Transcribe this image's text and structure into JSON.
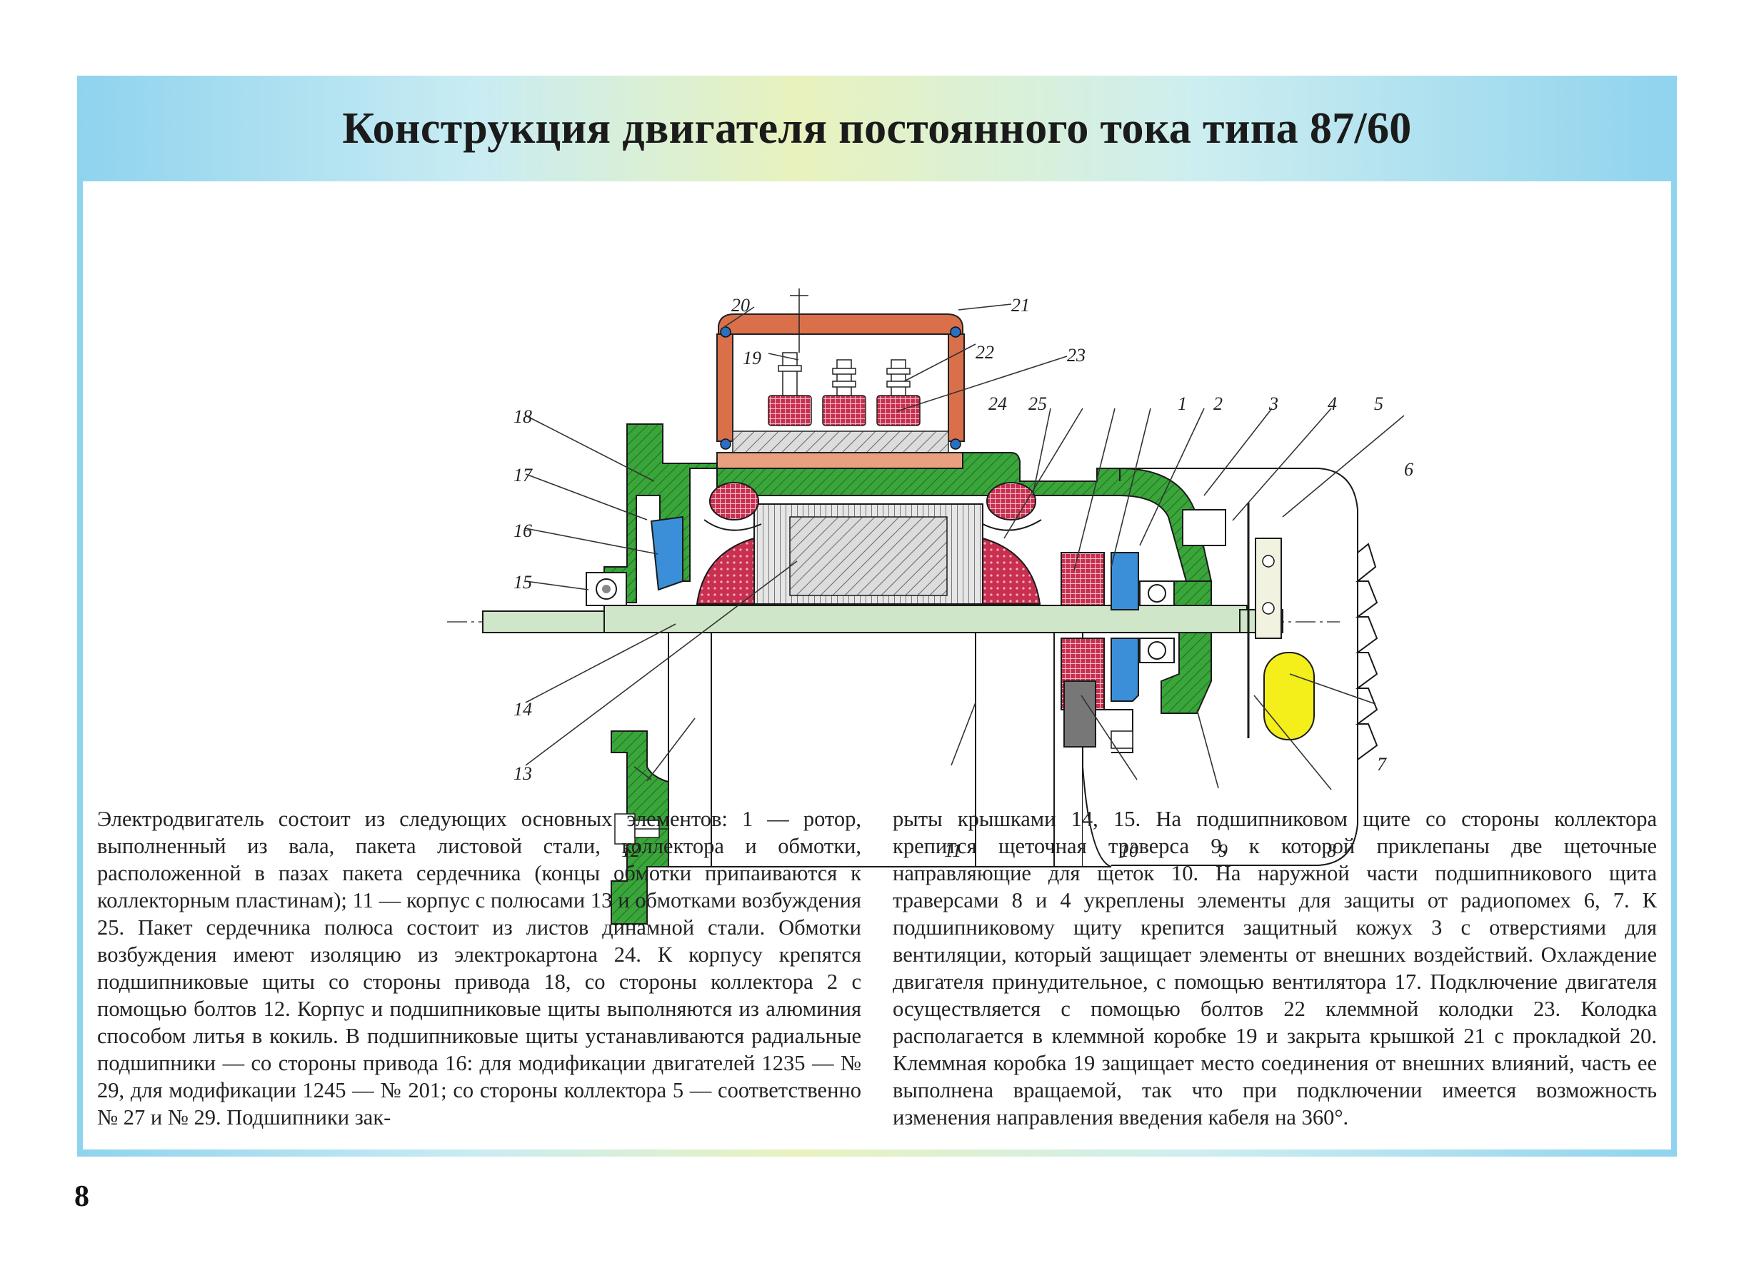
{
  "page": {
    "title": "Конструкция двигателя постоянного тока типа 87/60",
    "page_number": "8"
  },
  "colors": {
    "housing": "#3aa53a",
    "terminal_box": "#d9704a",
    "terminal_block": "#d63a78",
    "winding": "#c9304f",
    "shaft": "#cfe6c8",
    "bearing_insert": "#3b8fd8",
    "capacitor": "#f4ee1a",
    "brush": "#777777"
  },
  "diagram": {
    "callouts": [
      "1",
      "2",
      "3",
      "4",
      "5",
      "6",
      "7",
      "8",
      "9",
      "10",
      "11",
      "12",
      "13",
      "14",
      "15",
      "16",
      "17",
      "18",
      "19",
      "20",
      "21",
      "22",
      "23",
      "24",
      "25"
    ]
  },
  "description": {
    "left": "Электродвигатель состоит из следующих основных элементов: 1 — ротор, выполненный из вала, пакета листовой стали, коллектора и обмотки, расположенной в пазах пакета сердечника (концы обмотки припаиваются к коллекторным пластинам); 11 — корпус с полюсами 13 и обмотками возбуждения 25. Пакет сердечника полюса состоит из листов динамной стали. Обмотки возбуждения имеют изоляцию из электрокартона 24. К корпусу крепятся подшипниковые щиты со стороны привода 18, со стороны коллектора 2 с помощью болтов 12. Корпус и подшипниковые щиты выполняются из алюминия способом литья в кокиль. В подшипниковые щиты устанавливаются радиальные подшипники — со стороны привода 16: для модификации двигателей 1235 — № 29, для модификации 1245 — № 201; со стороны коллектора 5 — соответственно № 27 и № 29. Подшипники зак-",
    "right": "рыты крышками 14, 15. На подшипниковом щите со стороны коллектора крепится щеточная траверса 9, к которой приклепаны две щеточные направляющие для щеток 10. На наружной части подшипникового щита траверсами 8 и 4 укреплены элементы для защиты от радиопомех 6, 7. К подшипниковому щиту крепится защитный кожух 3 с отверстиями для вентиляции, который защищает элементы от внешних воздействий. Охлаждение двигателя принудительное, с помощью вентилятора 17. Подключение двигателя осуществляется с помощью болтов 22 клеммной колодки 23. Колодка располагается в клеммной коробке 19 и закрыта крышкой 21 с прокладкой 20. Клеммная коробка 19 защищает место соединения от внешних влияний, часть ее выполнена вращаемой, так что при подключении имеется возможность изменения направления введения кабеля на 360°."
  }
}
